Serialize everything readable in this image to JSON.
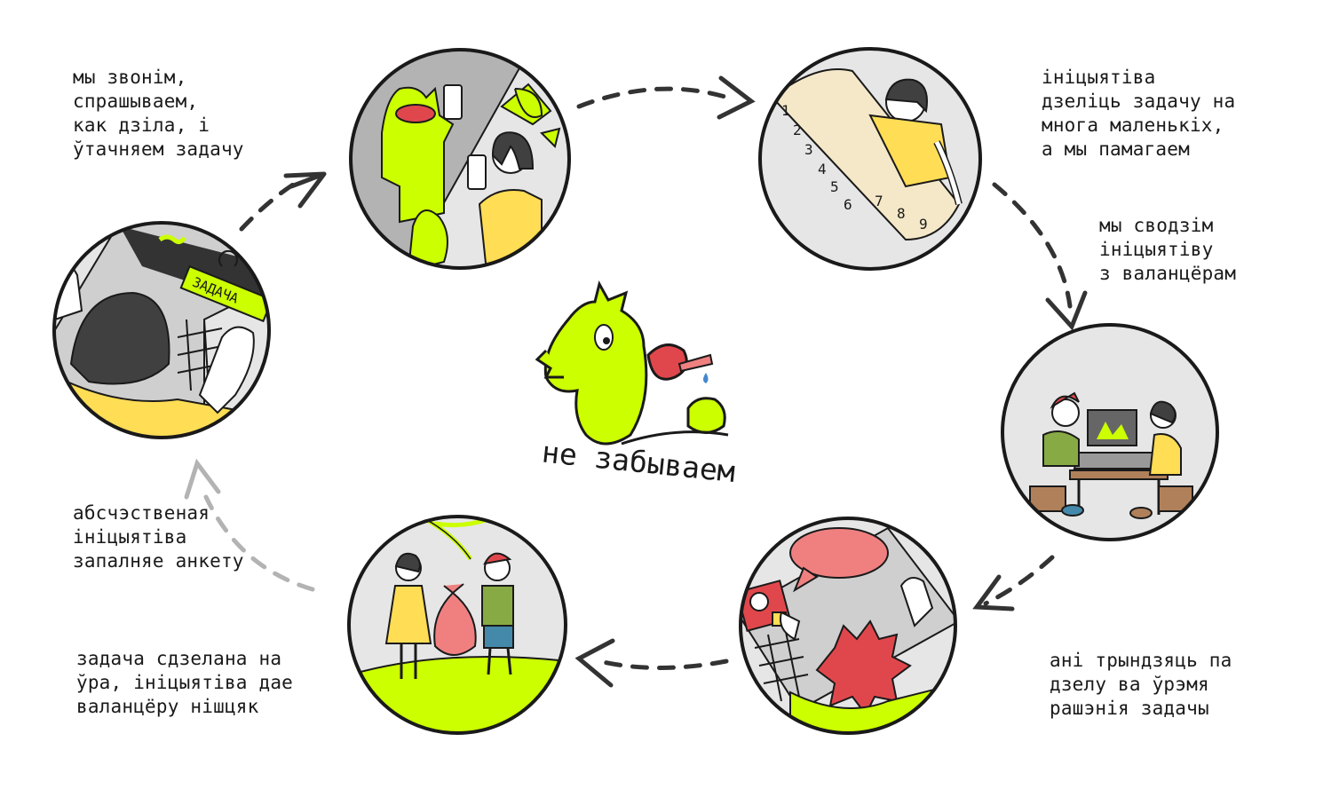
{
  "center": {
    "brand_text": "не забываем"
  },
  "steps": [
    {
      "id": "fill-form",
      "text": "абсчэственая\nініцыятіва\nзапалняе анкету"
    },
    {
      "id": "call",
      "text": "мы звонім,\nспрашываем,\nкак дзіла, і\nўтачняем задачу"
    },
    {
      "id": "split",
      "text": "ініцыятіва\nдзеліць задачу на\nмнога маленькіх,\nа мы памагаем"
    },
    {
      "id": "connect",
      "text": "мы сводзім\nініцыятіву\nз валанцёрам"
    },
    {
      "id": "chat",
      "text": "ані трындзяць па\nдзелу ва ўрэмя\nрашэнія задачы"
    },
    {
      "id": "done",
      "text": "задача сдзелана на\nўра, ініцыятіва дае\nваланцёру нішцяк"
    }
  ],
  "illustrations": {
    "task_banner_text": "ЗАДАЧА",
    "list_numbers": [
      "1",
      "2",
      "3",
      "4",
      "5",
      "6",
      "7",
      "8",
      "9"
    ]
  },
  "colors": {
    "accent_green": "#ccff00",
    "accent_yellow": "#ffdd55",
    "accent_red": "#e0474c",
    "accent_pink": "#f08080",
    "circle_fill": "#e6e6e6",
    "outline": "#1a1a1a",
    "arrow": "#333333",
    "arrow_faded": "#b3b3b3"
  }
}
